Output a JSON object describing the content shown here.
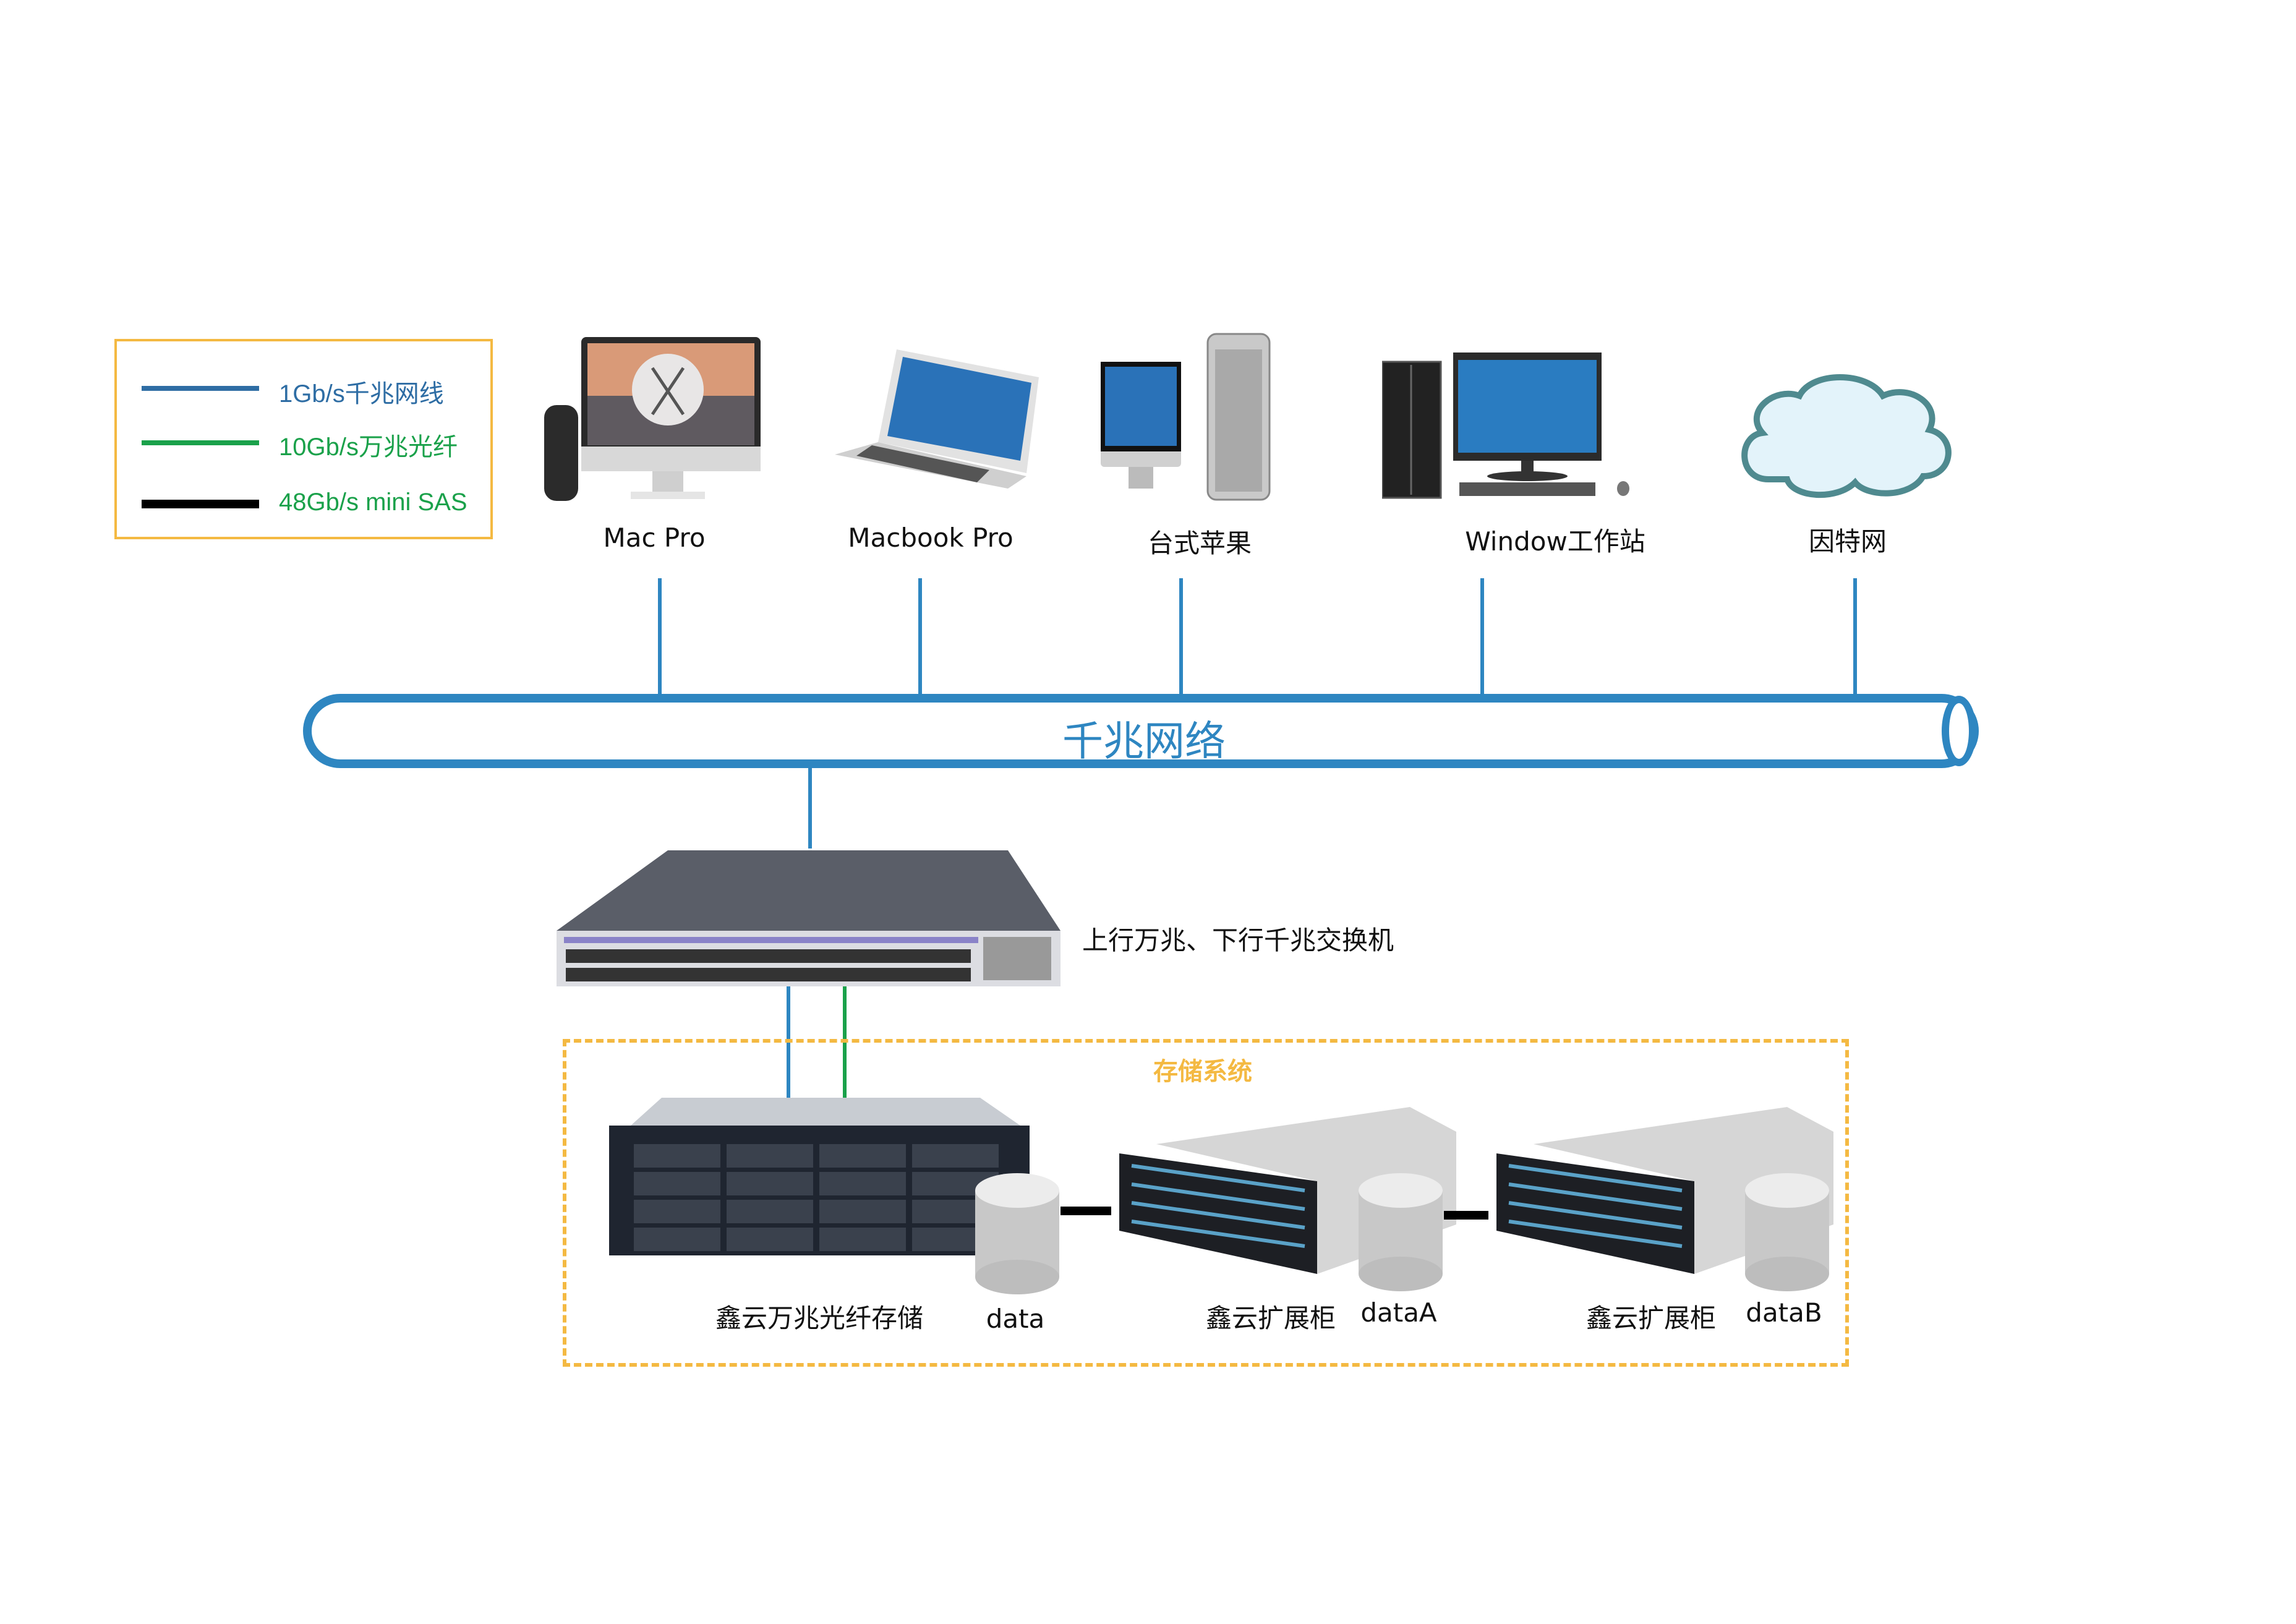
{
  "legend": {
    "items": [
      {
        "label": "1Gb/s千兆网线",
        "color": "#2e6da4",
        "line": "1Gb/s"
      },
      {
        "label": "10Gb/s万兆光纤",
        "color": "#1aa14a",
        "line": "10Gb/s"
      },
      {
        "label": "48Gb/s  mini  SAS",
        "color": "#1aa14a",
        "line_color": "#000000"
      }
    ]
  },
  "clients": [
    {
      "label": "Mac Pro",
      "icon": "mac-pro-imac-icon"
    },
    {
      "label": "Macbook Pro",
      "icon": "laptop-icon"
    },
    {
      "label": "台式苹果",
      "icon": "imac-tower-icon"
    },
    {
      "label": "Window工作站",
      "icon": "desktop-pc-icon"
    },
    {
      "label": "因特网",
      "icon": "cloud-icon"
    }
  ],
  "network": {
    "title": "千兆网络",
    "color": "#2e86c1"
  },
  "switch": {
    "label": "上行万兆、下行千兆交换机"
  },
  "storage": {
    "title": "存储系统",
    "main": {
      "label": "鑫云万兆光纤存储",
      "db_label": "data"
    },
    "expansion_a": {
      "label": "鑫云扩展柜",
      "db_label": "dataA"
    },
    "expansion_b": {
      "label": "鑫云扩展柜",
      "db_label": "dataB"
    }
  },
  "colors": {
    "gigabit": "#2e86c1",
    "fiber": "#1aa14a",
    "sas": "#000000",
    "accent": "#f4b942"
  }
}
